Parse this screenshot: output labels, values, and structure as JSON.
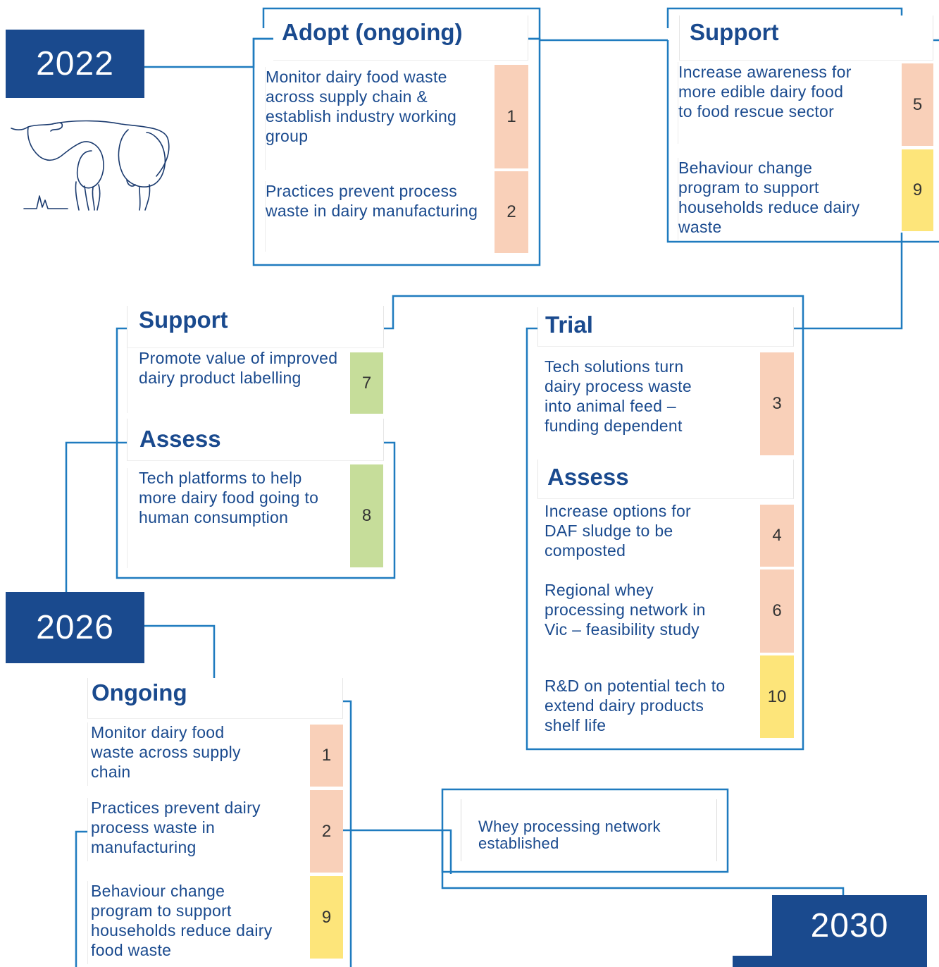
{
  "years": {
    "y2022": "2022",
    "y2026": "2026",
    "y2030": "2030"
  },
  "colors": {
    "navy": "#1a4a8e",
    "line": "#1f7bbf",
    "peach": "#f9d0b9",
    "yellow": "#fde57a",
    "green": "#c6dd9a"
  },
  "icons": {
    "cow": "cow-line-drawing-icon"
  },
  "adopt": {
    "title": "Adopt (ongoing)",
    "items": [
      {
        "text": "Monitor dairy food waste across supply chain & establish industry working group",
        "num": "1"
      },
      {
        "text": "Practices prevent process waste in dairy manufacturing",
        "num": "2"
      }
    ]
  },
  "support_top": {
    "title": "Support",
    "items": [
      {
        "text": "Increase awareness for more edible dairy food to food rescue sector",
        "num": "5"
      },
      {
        "text": "Behaviour change program to support households reduce dairy waste",
        "num": "9"
      }
    ]
  },
  "trial": {
    "title": "Trial",
    "items": [
      {
        "text": "Tech solutions turn dairy process waste into animal feed – funding dependent",
        "num": "3"
      }
    ]
  },
  "assess_right": {
    "title": "Assess",
    "items": [
      {
        "text": "Increase options for DAF sludge to be composted",
        "num": "4"
      },
      {
        "text": "Regional whey processing network in Vic – feasibility study",
        "num": "6"
      },
      {
        "text": "R&D on potential tech to extend dairy products shelf life",
        "num": "10"
      }
    ]
  },
  "support_mid": {
    "title": "Support",
    "items": [
      {
        "text": "Promote value of improved dairy product labelling",
        "num": "7"
      }
    ]
  },
  "assess_left": {
    "title": "Assess",
    "items": [
      {
        "text": "Tech platforms to help more dairy food going to human consumption",
        "num": "8"
      }
    ]
  },
  "ongoing": {
    "title": "Ongoing",
    "items": [
      {
        "text": "Monitor dairy food waste across supply chain",
        "num": "1"
      },
      {
        "text": "Practices prevent dairy process waste in manufacturing",
        "num": "2"
      },
      {
        "text": "Behaviour change program to support households reduce dairy food waste",
        "num": "9"
      }
    ]
  },
  "outcome": {
    "text": "Whey processing network established"
  }
}
